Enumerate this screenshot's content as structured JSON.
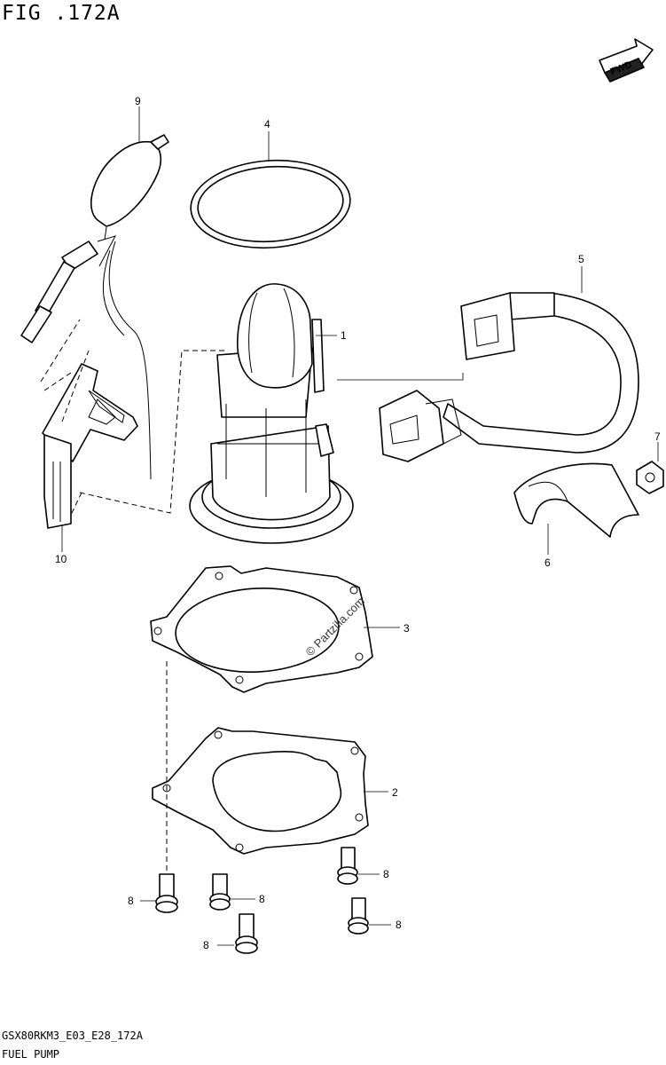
{
  "header": {
    "title": "FIG .172A"
  },
  "footer": {
    "code": "GSX80RKM3_E03_E28_172A",
    "name": "FUEL PUMP"
  },
  "direction": {
    "label": "FWD"
  },
  "watermark": {
    "text": "© Partzilla.com"
  },
  "callouts": {
    "c1": "1",
    "c2": "2",
    "c3": "3",
    "c4": "4",
    "c5": "5",
    "c6": "6",
    "c7": "7",
    "c8a": "8",
    "c8b": "8",
    "c8c": "8",
    "c8d": "8",
    "c8e": "8",
    "c9": "9",
    "c10": "10"
  }
}
